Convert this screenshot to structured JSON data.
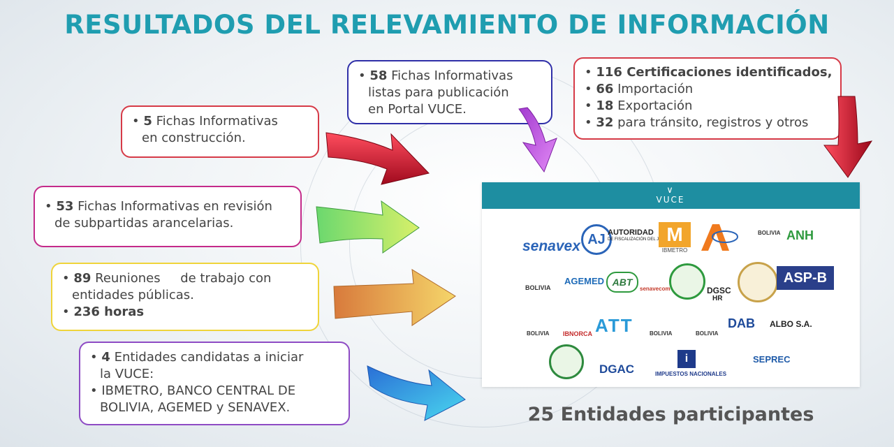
{
  "title": "RESULTADOS DEL RELEVAMIENTO DE INFORMACIÓN",
  "boxes": {
    "b1": {
      "num": "5",
      "l1": " Fichas Informativas",
      "l2": "en construcción."
    },
    "b2": {
      "num": "53",
      "l1": " Fichas Informativas en revisión",
      "l2": "de subpartidas arancelarias."
    },
    "b3": {
      "num": "89",
      "l1": " Reuniones     de trabajo con",
      "l2": "entidades públicas.",
      "hours": "236 horas"
    },
    "b4": {
      "num": "4",
      "l1": " Entidades candidatas a iniciar",
      "l2": "la VUCE:",
      "l3": "IBMETRO, BANCO CENTRAL DE",
      "l4": "BOLIVIA, AGEMED y SENAVEX."
    },
    "b5": {
      "num": "58",
      "l1": " Fichas Informativas",
      "l2": "listas para publicación",
      "l3": "en Portal VUCE."
    },
    "b6": {
      "n1": "116",
      "t1": " Certificaciones identificados,",
      "n2": "66",
      "t2": " Importación",
      "n3": "18",
      "t3": " Exportación",
      "n4": "32",
      "t4": " para tránsito, registros y otros"
    }
  },
  "panel": {
    "brand": "VUCE",
    "logos": {
      "senavex": "senavex",
      "aj": "AJ",
      "aj_title": "AUTORIDAD",
      "aj_sub": "DE FISCALIZACIÓN DEL JUEGO",
      "ibmetro": "M",
      "ibmetro_name": "IBMETRO",
      "bolivia": "BOLIVIA",
      "anh": "ANH",
      "agemed": "AGEMED",
      "abt": "ABT",
      "senavecom": "senavecom",
      "dgsc": "DGSC",
      "dgsc_hr": "HR",
      "asp": "ASP-B",
      "ibnorca": "IBNORCA",
      "att": "ATT",
      "dab": "DAB",
      "albo": "ALBO S.A.",
      "dgac": "DGAC",
      "impuestos": "IMPUESTOS NACIONALES",
      "seprec": "SEPREC"
    }
  },
  "footer": "25 Entidades participantes",
  "colors": {
    "title": "#1f9db0",
    "box1_border": "#d63a47",
    "box2_border": "#c42a8a",
    "box3_border": "#efd43a",
    "box4_border": "#8e4bc4",
    "box5_border": "#2f2fa8",
    "box6_border": "#d63a47",
    "panel_header": "#1e8ea1"
  }
}
